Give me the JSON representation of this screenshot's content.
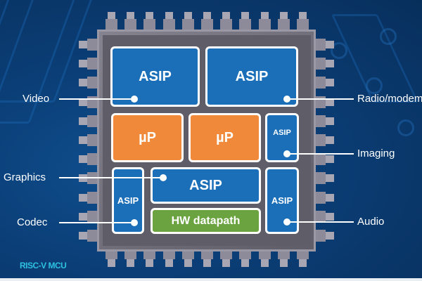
{
  "diagram": {
    "title": "RISC-V MCU",
    "chip": {
      "blocks": [
        {
          "id": "asip-video",
          "label": "ASIP",
          "type": "ASIP",
          "color": "#1a6fb8"
        },
        {
          "id": "asip-radio",
          "label": "ASIP",
          "type": "ASIP",
          "color": "#1a6fb8"
        },
        {
          "id": "up-1",
          "label": "µP",
          "type": "microprocessor",
          "color": "#f08a3a"
        },
        {
          "id": "up-2",
          "label": "µP",
          "type": "microprocessor",
          "color": "#f08a3a"
        },
        {
          "id": "asip-imaging",
          "label": "ASIP",
          "type": "ASIP",
          "color": "#1a6fb8"
        },
        {
          "id": "asip-codec",
          "label": "ASIP",
          "type": "ASIP",
          "color": "#1a6fb8"
        },
        {
          "id": "asip-graphics",
          "label": "ASIP",
          "type": "ASIP",
          "color": "#1a6fb8"
        },
        {
          "id": "hw-datapath",
          "label": "HW datapath",
          "type": "hardware",
          "color": "#6aa340"
        },
        {
          "id": "asip-audio",
          "label": "ASIP",
          "type": "ASIP",
          "color": "#1a6fb8"
        }
      ]
    },
    "callouts": [
      {
        "label": "Video",
        "target": "asip-video",
        "side": "left"
      },
      {
        "label": "Graphics",
        "target": "asip-graphics",
        "side": "left"
      },
      {
        "label": "Codec",
        "target": "asip-codec",
        "side": "left"
      },
      {
        "label": "Radio/modem",
        "target": "asip-radio",
        "side": "right"
      },
      {
        "label": "Imaging",
        "target": "asip-imaging",
        "side": "right"
      },
      {
        "label": "Audio",
        "target": "asip-audio",
        "side": "right"
      }
    ],
    "colors": {
      "asip": "#1a6fb8",
      "microprocessor": "#f08a3a",
      "hardware": "#6aa340",
      "title": "#2ec0e0"
    }
  }
}
